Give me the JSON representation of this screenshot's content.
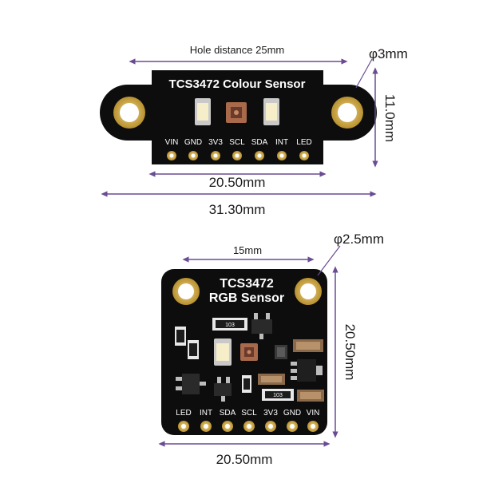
{
  "board1": {
    "title": "TCS3472 Colour Sensor",
    "pins": [
      "VIN",
      "GND",
      "3V3",
      "SCL",
      "SDA",
      "INT",
      "LED"
    ],
    "hole_distance": "Hole distance 25mm",
    "hole_diameter": "φ3mm",
    "height": "11.0mm",
    "width_inner": "20.50mm",
    "width_total": "31.30mm"
  },
  "board2": {
    "title_line1": "TCS3472",
    "title_line2": "RGB Sensor",
    "pins": [
      "LED",
      "INT",
      "SDA",
      "SCL",
      "3V3",
      "GND",
      "VIN"
    ],
    "hole_distance": "15mm",
    "hole_diameter": "φ2.5mm",
    "height": "20.50mm",
    "width": "20.50mm",
    "resistor_code": "103"
  },
  "colors": {
    "pcb": "#0d0d0d",
    "gold": "#d9b45a",
    "dimension_line": "#6a4c93"
  }
}
